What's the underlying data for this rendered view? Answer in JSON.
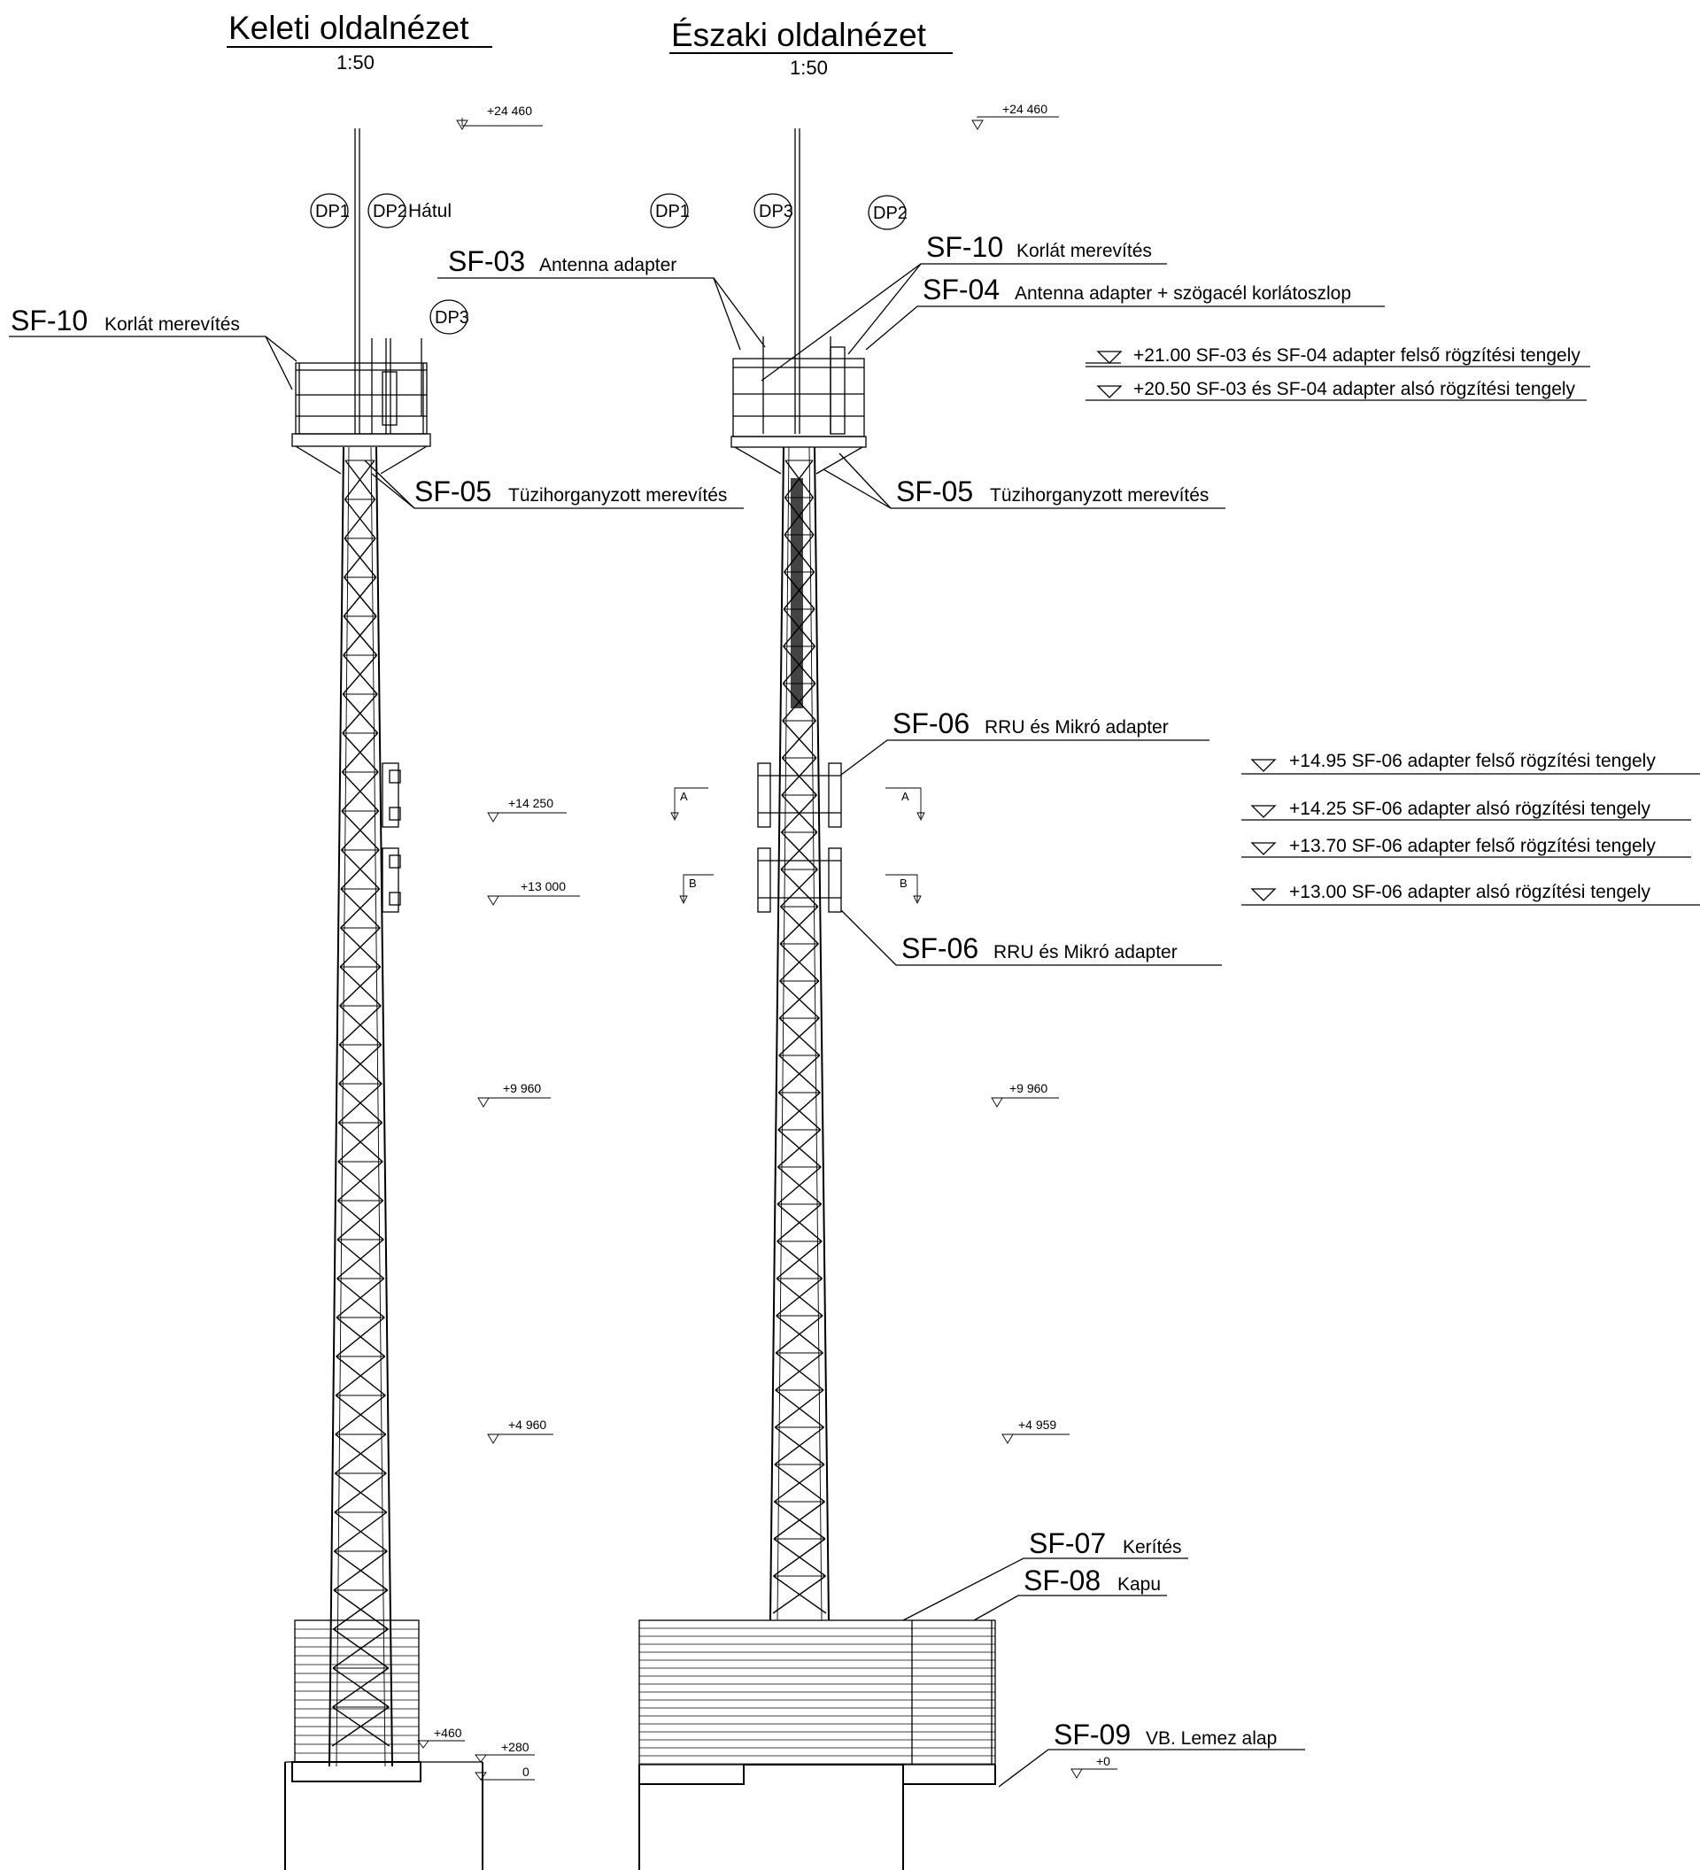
{
  "views": {
    "east": {
      "title": "Keleti oldalnézet",
      "scale": "1:50"
    },
    "north": {
      "title": "Északi oldalnézet",
      "scale": "1:50"
    }
  },
  "elevation_marks": {
    "east": [
      "+24 460",
      "+14 250",
      "+13 000",
      "+9 960",
      "+4 960",
      "+460",
      "+280",
      "0"
    ],
    "north": [
      "+24 460",
      "+9 960",
      "+4 959",
      "+0"
    ]
  },
  "detail_points": {
    "east": [
      "DP1",
      "DP2",
      "DP3"
    ],
    "east_note": "Hátul",
    "north": [
      "DP1",
      "DP3",
      "DP2"
    ]
  },
  "section_marks": [
    "A",
    "A",
    "B",
    "B"
  ],
  "callouts": {
    "sf10_east": {
      "code": "SF-10",
      "text": "Korlát merevítés"
    },
    "sf05_east": {
      "code": "SF-05",
      "text": "Tüzihorganyzott merevítés"
    },
    "sf03": {
      "code": "SF-03",
      "text": "Antenna adapter"
    },
    "sf10_north": {
      "code": "SF-10",
      "text": "Korlát merevítés"
    },
    "sf04": {
      "code": "SF-04",
      "text": "Antenna adapter + szögacél korlátoszlop"
    },
    "sf05_north": {
      "code": "SF-05",
      "text": "Tüzihorganyzott merevítés"
    },
    "sf06_top": {
      "code": "SF-06",
      "text": "RRU és Mikró adapter"
    },
    "sf06_bottom": {
      "code": "SF-06",
      "text": "RRU és Mikró adapter"
    },
    "sf07": {
      "code": "SF-07",
      "text": "Kerítés"
    },
    "sf08": {
      "code": "SF-08",
      "text": "Kapu"
    },
    "sf09": {
      "code": "SF-09",
      "text": "VB. Lemez alap"
    }
  },
  "level_notes": [
    "+21.00 SF-03 és SF-04 adapter felső rögzítési tengely",
    "+20.50 SF-03 és SF-04 adapter alsó rögzítési tengely",
    "+14.95 SF-06 adapter felső rögzítési tengely",
    "+14.25 SF-06 adapter alsó rögzítési tengely",
    "+13.70 SF-06 adapter felső rögzítési tengely",
    "+13.00 SF-06 adapter alsó rögzítési tengely"
  ]
}
